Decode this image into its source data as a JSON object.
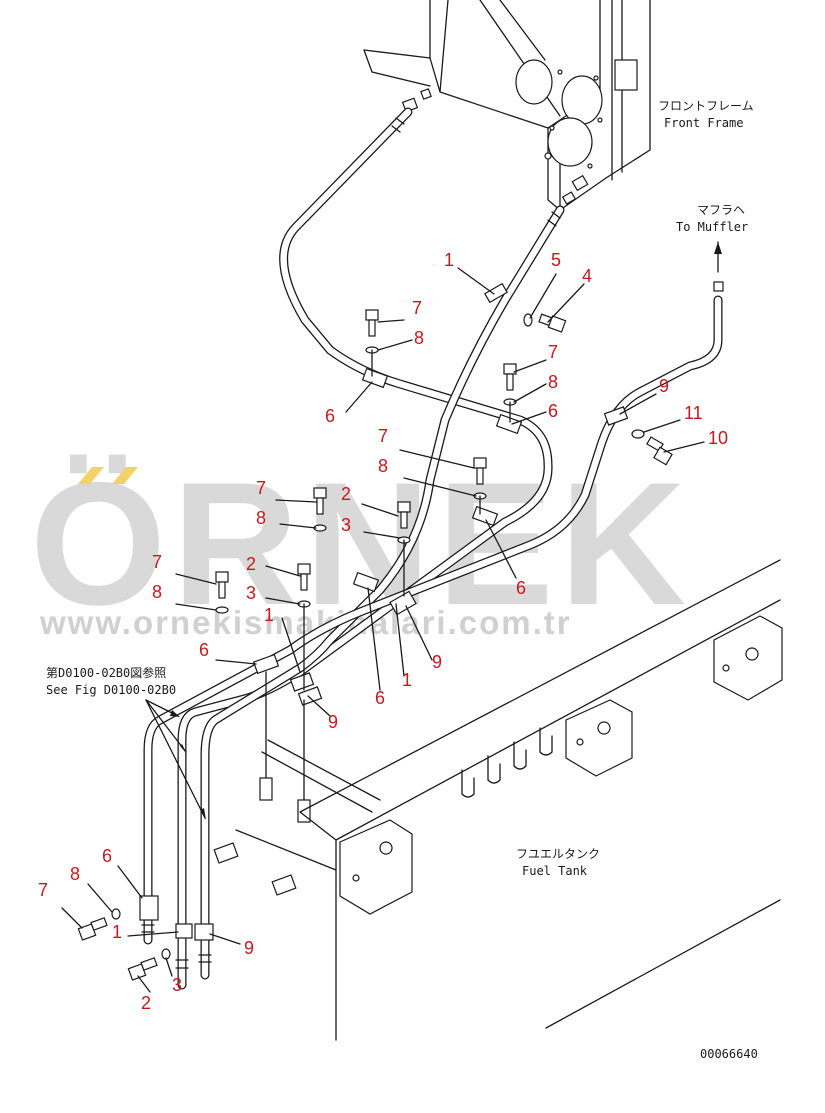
{
  "diagram": {
    "callouts": [
      {
        "id": "c1",
        "text": "1"
      },
      {
        "id": "c5",
        "text": "5"
      },
      {
        "id": "c4",
        "text": "4"
      },
      {
        "id": "c7a",
        "text": "7"
      },
      {
        "id": "c8a",
        "text": "8"
      },
      {
        "id": "c7b",
        "text": "7"
      },
      {
        "id": "c8b",
        "text": "8"
      },
      {
        "id": "c6a",
        "text": "6"
      },
      {
        "id": "c6b",
        "text": "6"
      },
      {
        "id": "c9a",
        "text": "9"
      },
      {
        "id": "c11",
        "text": "11"
      },
      {
        "id": "c10",
        "text": "10"
      },
      {
        "id": "c7c",
        "text": "7"
      },
      {
        "id": "c8c",
        "text": "8"
      },
      {
        "id": "c7d",
        "text": "7"
      },
      {
        "id": "c2a",
        "text": "2"
      },
      {
        "id": "c8d",
        "text": "8"
      },
      {
        "id": "c3a",
        "text": "3"
      },
      {
        "id": "c6c",
        "text": "6"
      },
      {
        "id": "c7e",
        "text": "7"
      },
      {
        "id": "c2b",
        "text": "2"
      },
      {
        "id": "c8e",
        "text": "8"
      },
      {
        "id": "c3b",
        "text": "3"
      },
      {
        "id": "c1b",
        "text": "1"
      },
      {
        "id": "c9b",
        "text": "9"
      },
      {
        "id": "c6d",
        "text": "6"
      },
      {
        "id": "c1c",
        "text": "1"
      },
      {
        "id": "c6e",
        "text": "6"
      },
      {
        "id": "c9c",
        "text": "9"
      },
      {
        "id": "c6f",
        "text": "6"
      },
      {
        "id": "c7f",
        "text": "7"
      },
      {
        "id": "c8f",
        "text": "8"
      },
      {
        "id": "c1d",
        "text": "1"
      },
      {
        "id": "c9d",
        "text": "9"
      },
      {
        "id": "c2c",
        "text": "2"
      },
      {
        "id": "c3c",
        "text": "3"
      }
    ],
    "labels": {
      "front_frame_jp": "フロントフレーム",
      "front_frame_en": "Front Frame",
      "muffler_jp": "マフラヘ",
      "muffler_en": "To Muffler",
      "ref_jp": "第D0100-02B0図参照",
      "ref_en": "See Fig D0100-02B0",
      "fuel_tank_jp": "フユエルタンク",
      "fuel_tank_en": "Fuel Tank",
      "drawing_no": "00066640"
    },
    "watermark": {
      "brand": "ÖRNEK",
      "url": "www.ornekismakinalari.com.tr"
    }
  }
}
